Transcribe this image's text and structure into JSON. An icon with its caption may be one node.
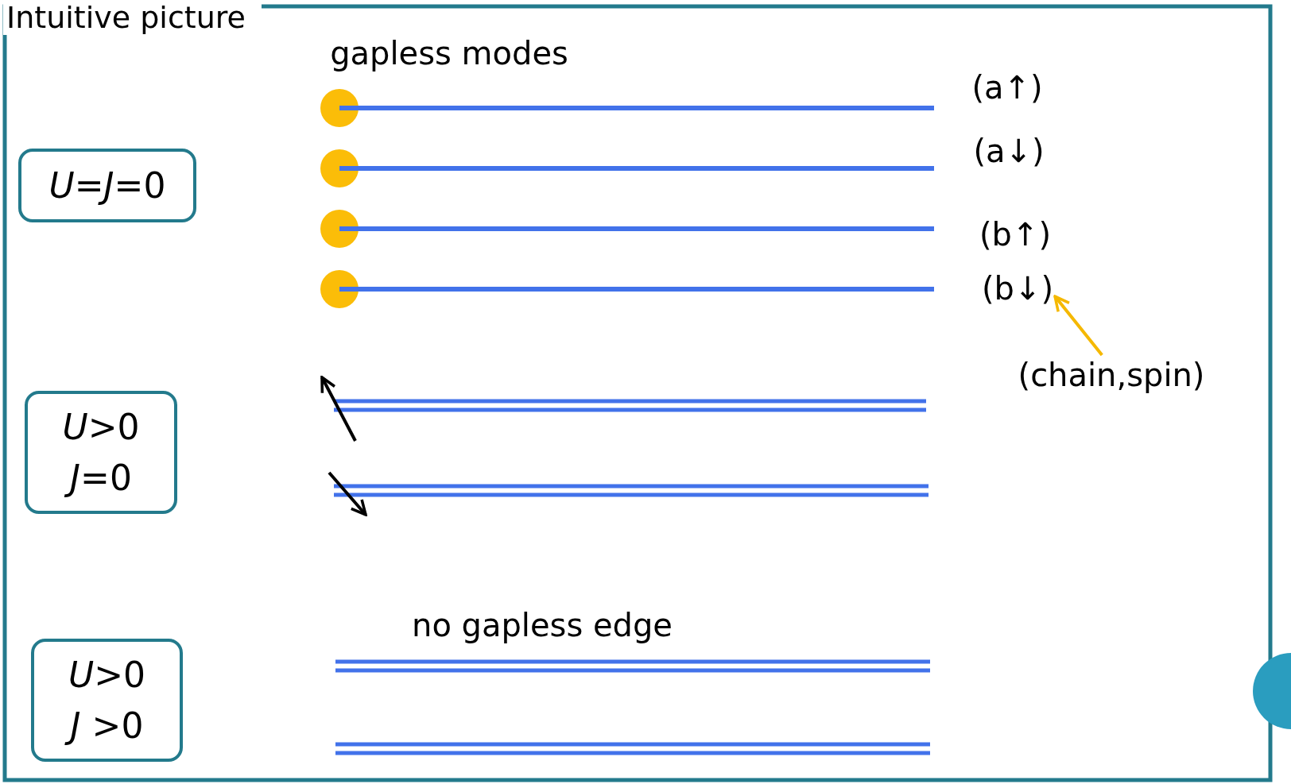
{
  "diagram": {
    "title": "Intuitive picture",
    "nodes": [
      {
        "text": [
          "*U*=*J*=0"
        ]
      },
      {
        "text": [
          "*U*>0 *J*=0"
        ]
      },
      {
        "text": [
          "*U*>0 *J* >0"
        ]
      },
      {
        "text": [
          "(b↓)"
        ]
      },
      {
        "text": [
          "(chain,spin)"
        ]
      },
      {
        "text": [],
        "shape": "circle"
      }
    ],
    "edges": [
      {
        "from": 4,
        "to": 3,
        "arrow": "to",
        "color": "#f5b800"
      }
    ],
    "labels": [
      "gapless modes",
      "(a↑)",
      "(a↓)",
      "(b↑)",
      "no gapless edge"
    ]
  }
}
